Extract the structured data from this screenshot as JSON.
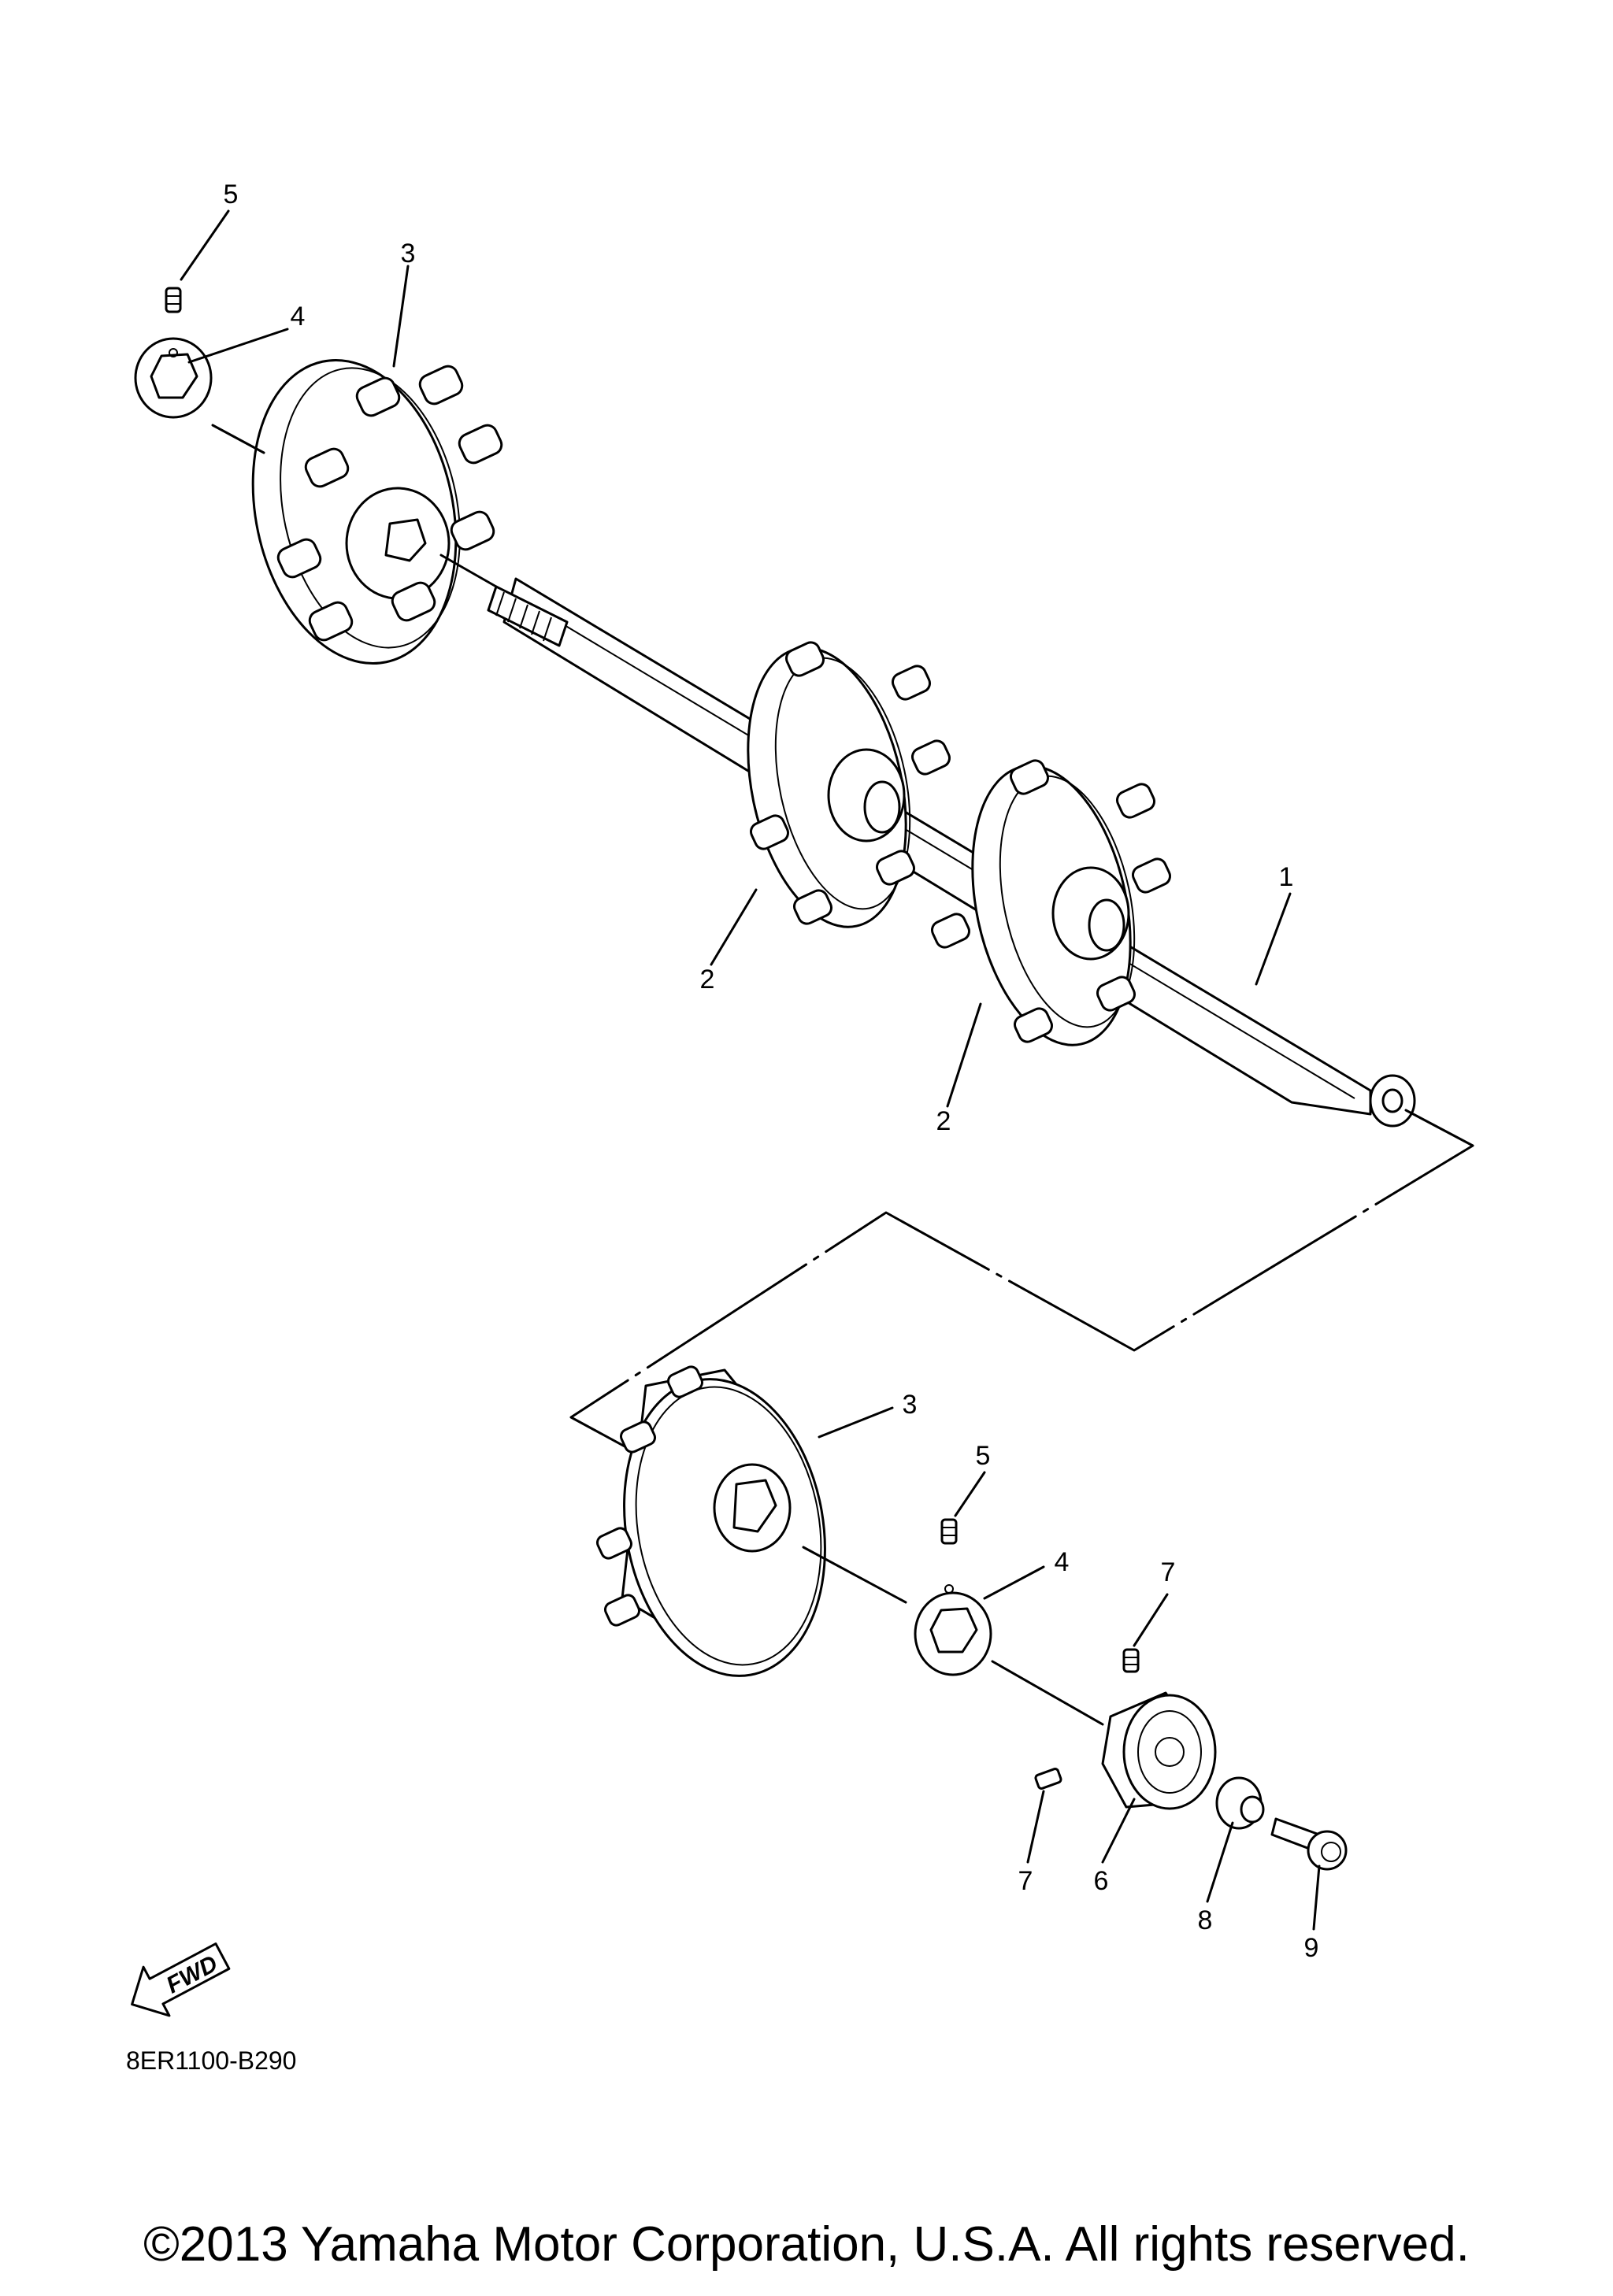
{
  "diagram": {
    "callouts": [
      "5",
      "3",
      "4",
      "1",
      "2",
      "2",
      "3",
      "5",
      "4",
      "7",
      "7",
      "6",
      "8",
      "9"
    ],
    "fwd_badge": "FWD",
    "drawing_code": "8ER1100-B290"
  },
  "footer": {
    "copyright": "©2013 Yamaha Motor Corporation, U.S.A. All rights reserved."
  }
}
